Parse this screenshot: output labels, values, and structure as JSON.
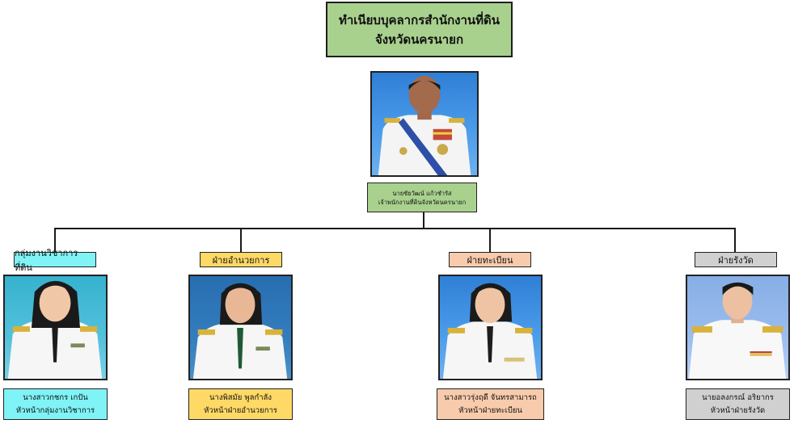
{
  "title": {
    "line1": "ทำเนียบบุคลากรสำนักงานที่ดิน",
    "line2": "จังหวัดนครนายก",
    "color": "#a9d18e"
  },
  "chief": {
    "name": "นายชัยวัฒน์ แก้วชำรัส",
    "position": "เจ้าพนักงานที่ดินจังหวัดนครนายก",
    "color": "#a9d18e"
  },
  "departments": [
    {
      "label": "กลุ่มงานวิชาการที่ดิน",
      "person_name": "นางสาวกชกร เกปัน",
      "person_position": "หัวหน้ากลุ่มงานวิชาการ",
      "color": "#7ff3f6"
    },
    {
      "label": "ฝ่ายอำนวยการ",
      "person_name": "นางพิสมัย พูลกำลัง",
      "person_position": "หัวหน้าฝ่ายอำนวยการ",
      "color": "#ffd966"
    },
    {
      "label": "ฝ่ายทะเบียน",
      "person_name": "นางสาวรุ่งฤดี จันทรสามารถ",
      "person_position": "หัวหน้าฝ่ายทะเบียน",
      "color": "#f8cbad"
    },
    {
      "label": "ฝ่ายรังวัด",
      "person_name": "นายอลงกรณ์ อริยากร",
      "person_position": "หัวหน้าฝ่ายรังวัด",
      "color": "#d0d0d0"
    }
  ]
}
